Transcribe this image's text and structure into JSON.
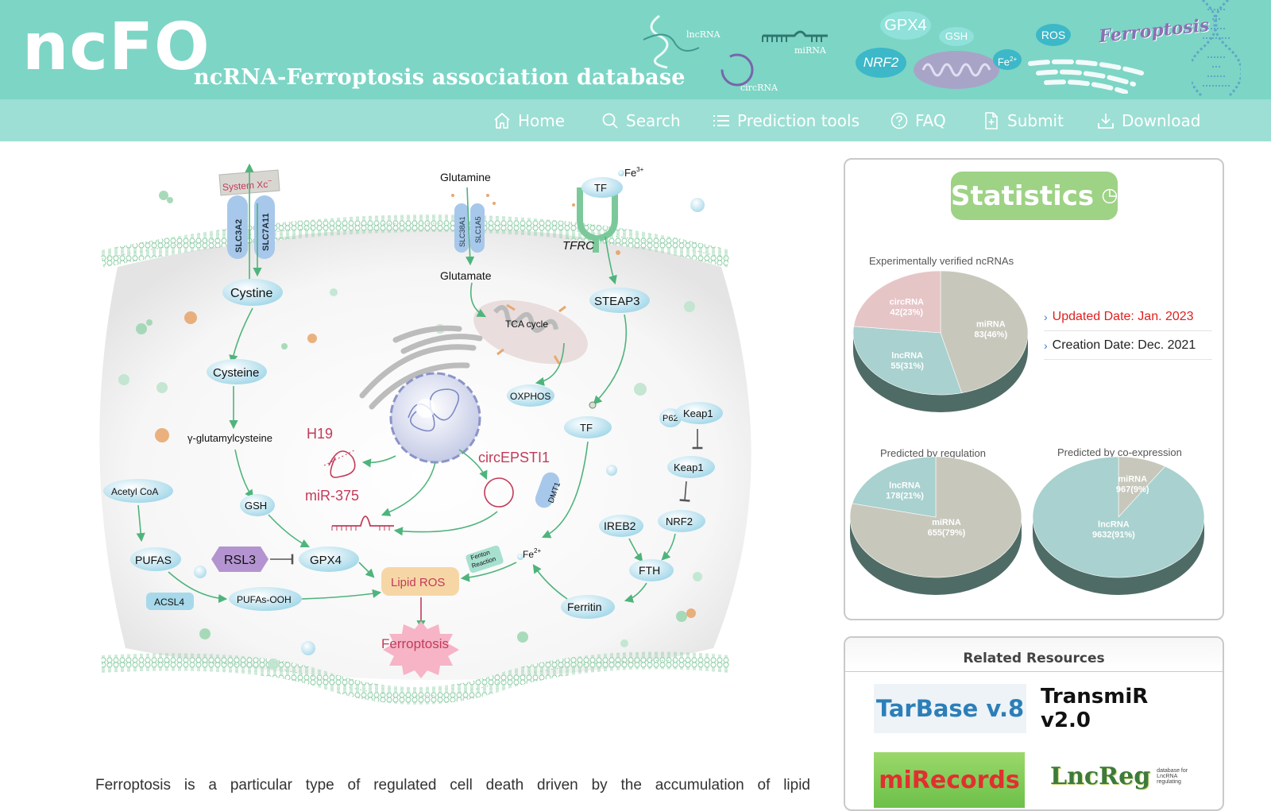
{
  "header": {
    "logo": "ncFO",
    "tagline": "ncRNA-Ferroptosis association database",
    "decorations": {
      "lncrna": "lncRNA",
      "mirna": "miRNA",
      "circrna": "circRNA",
      "gpx4": "GPX4",
      "gsh": "GSH",
      "ros": "ROS",
      "nrf2": "NRF2",
      "fe": "Fe",
      "fe_sup": "2+",
      "ferroptosis": "Ferroptosis"
    }
  },
  "nav": {
    "items": [
      {
        "label": "Home",
        "icon": "home-icon"
      },
      {
        "label": "Search",
        "icon": "search-icon"
      },
      {
        "label": "Prediction tools",
        "icon": "list-icon"
      },
      {
        "label": "FAQ",
        "icon": "question-icon"
      },
      {
        "label": "Submit",
        "icon": "file-plus-icon"
      },
      {
        "label": "Download",
        "icon": "download-icon"
      }
    ]
  },
  "pathway": {
    "system_xc": "System Xc",
    "system_xc_sup": "−",
    "slc3a2": "SLC3A2",
    "slc7a11": "SLC7A11",
    "glutamine": "Glutamine",
    "slc38a1": "SLC38A1",
    "slc1a5": "SLC1A5",
    "glutamate": "Glutamate",
    "tf_top": "TF",
    "fe3": "Fe",
    "fe3_sup": "3+",
    "tfrc": "TFRC",
    "cystine": "Cystine",
    "steap3": "STEAP3",
    "tca": "TCA cycle",
    "cysteine": "Cysteine",
    "oxphos": "OXPHOS",
    "tf_mid": "TF",
    "p62": "P62",
    "keap1_a": "Keap1",
    "gamma": "γ-glutamylcysteine",
    "h19": "H19",
    "circepsti1": "circEPSTI1",
    "keap1_b": "Keap1",
    "acetyl": "Acetyl CoA",
    "gsh": "GSH",
    "mir375": "miR-375",
    "dmt1": "DMT1",
    "nrf2": "NRF2",
    "ireb2": "IREB2",
    "pufas": "PUFAS",
    "rsl3": "RSL3",
    "gpx4": "GPX4",
    "fenton": "Fenton",
    "reaction": "Reaction",
    "fe2": "Fe",
    "fe2_sup": "2+",
    "fth": "FTH",
    "lipid_ros": "Lipid ROS",
    "acsl4": "ACSL4",
    "pufas_ooh": "PUFAs-OOH",
    "ferritin": "Ferritin",
    "ferroptosis": "Ferroptosis"
  },
  "description": "Ferroptosis is a particular type of regulated cell death driven by the accumulation of lipid",
  "statistics": {
    "badge": "Statistics",
    "updated": "Updated Date: Jan. 2023",
    "created": "Creation Date: Dec. 2021",
    "colors": {
      "mirna": "#c7c8bb",
      "lncrna": "#a8d1cf",
      "circrna": "#e6c5c7",
      "updated_text": "#e02020"
    }
  },
  "chart_data": [
    {
      "type": "pie",
      "title": "Experimentally verified ncRNAs",
      "slices": [
        {
          "name": "miRNA",
          "value": 83,
          "label": "83(46%)"
        },
        {
          "name": "lncRNA",
          "value": 55,
          "label": "55(31%)"
        },
        {
          "name": "circRNA",
          "value": 42,
          "label": "42(23%)"
        }
      ]
    },
    {
      "type": "pie",
      "title": "Predicted by regulation",
      "slices": [
        {
          "name": "miRNA",
          "value": 655,
          "label": "655(79%)"
        },
        {
          "name": "lncRNA",
          "value": 178,
          "label": "178(21%)"
        }
      ]
    },
    {
      "type": "pie",
      "title": "Predicted by co-expression",
      "slices": [
        {
          "name": "miRNA",
          "value": 967,
          "label": "967(9%)"
        },
        {
          "name": "lncRNA",
          "value": 9632,
          "label": "9632(91%)"
        }
      ]
    }
  ],
  "resources": {
    "title": "Related Resources",
    "items": [
      {
        "name": "TarBase v.8"
      },
      {
        "name": "TransmiR v2.0"
      },
      {
        "name": "miRecords"
      },
      {
        "name": "LncReg",
        "sub1": "database for",
        "sub2": "LncRNA regulating"
      }
    ]
  }
}
